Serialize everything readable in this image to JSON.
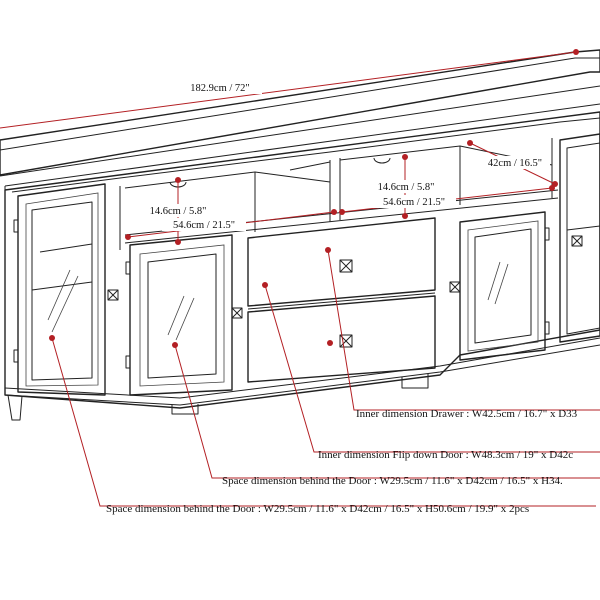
{
  "colors": {
    "annotation": "#b32024",
    "lines": "#222222",
    "background": "#ffffff"
  },
  "dimensions": {
    "width": "182.9cm / 72\"",
    "depth": "42cm / 16.5\"",
    "shelf_height_left": "14.6cm / 5.8\"",
    "shelf_width_left": "54.6cm / 21.5\"",
    "shelf_height_right": "14.6cm / 5.8\"",
    "shelf_width_right": "54.6cm / 21.5\""
  },
  "callouts": [
    {
      "label": "Inner dimension Drawer : W42.5cm / 16.7\" x D33"
    },
    {
      "label": "Inner dimension Flip down Door : W48.3cm / 19\" x D42c"
    },
    {
      "label": "Space dimension behind the Door : W29.5cm / 11.6\" x D42cm / 16.5\" x H34."
    },
    {
      "label": "Space dimension behind the Door : W29.5cm / 11.6\" x D42cm / 16.5\" x H50.6cm / 19.9\" x 2pcs"
    }
  ],
  "icons": {
    "knob": "x-knob-icon"
  }
}
